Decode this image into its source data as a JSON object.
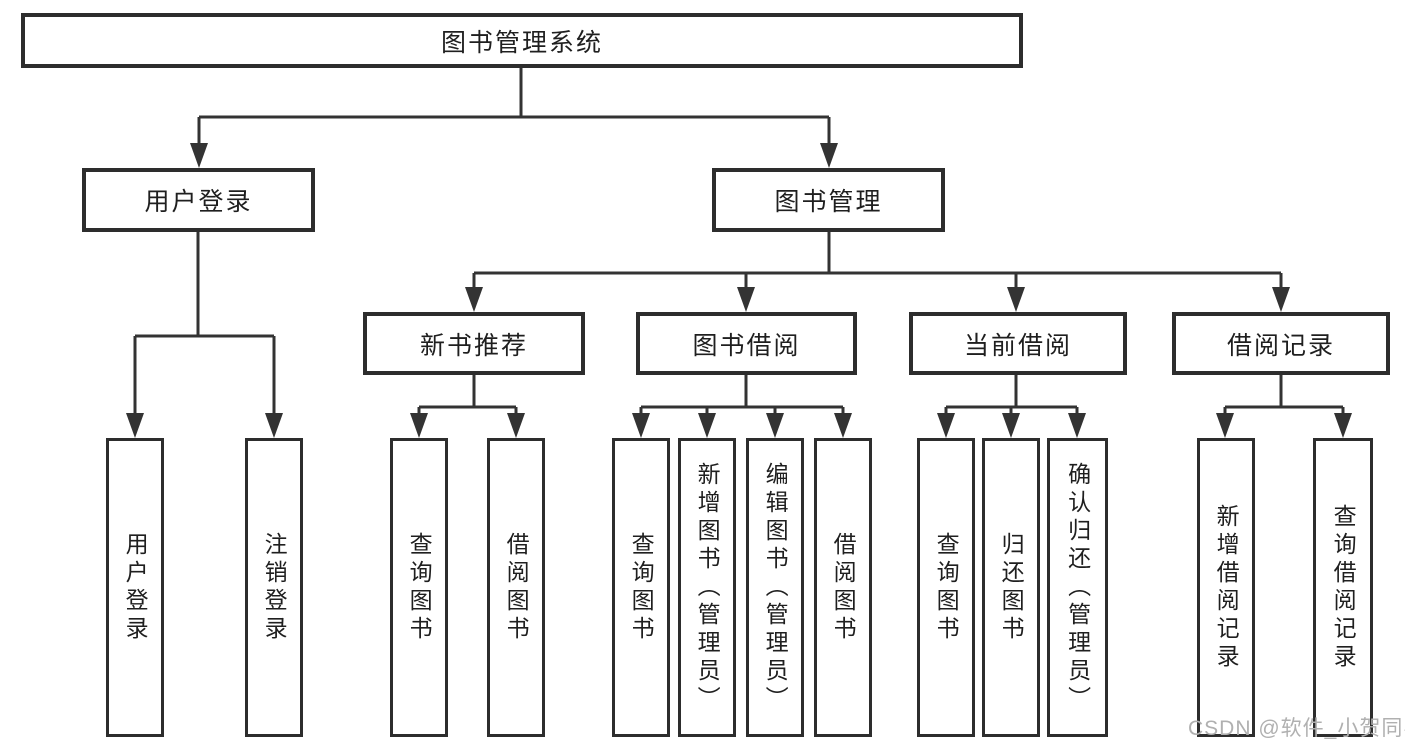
{
  "diagram_title": "图书管理系统",
  "tree": {
    "root": {
      "label": "图书管理系统"
    },
    "children": [
      {
        "label": "用户登录",
        "children": [
          {
            "label": "用户登录"
          },
          {
            "label": "注销登录"
          }
        ]
      },
      {
        "label": "图书管理",
        "children": [
          {
            "label": "新书推荐",
            "children": [
              {
                "label": "查询图书"
              },
              {
                "label": "借阅图书"
              }
            ]
          },
          {
            "label": "图书借阅",
            "children": [
              {
                "label": "查询图书"
              },
              {
                "label": "新增图书（管理员）"
              },
              {
                "label": "编辑图书（管理员）"
              },
              {
                "label": "借阅图书"
              }
            ]
          },
          {
            "label": "当前借阅",
            "children": [
              {
                "label": "查询图书"
              },
              {
                "label": "归还图书"
              },
              {
                "label": "确认归还（管理员）"
              }
            ]
          },
          {
            "label": "借阅记录",
            "children": [
              {
                "label": "新增借阅记录"
              },
              {
                "label": "查询借阅记录"
              }
            ]
          }
        ]
      }
    ]
  },
  "watermark": {
    "text": "CSDN @软件_小贺同学"
  },
  "colors": {
    "line": "#333333",
    "box_border": "#2d2d2d",
    "text": "#1f1f1f",
    "watermark": "#b0b0b0",
    "background": "#ffffff"
  }
}
